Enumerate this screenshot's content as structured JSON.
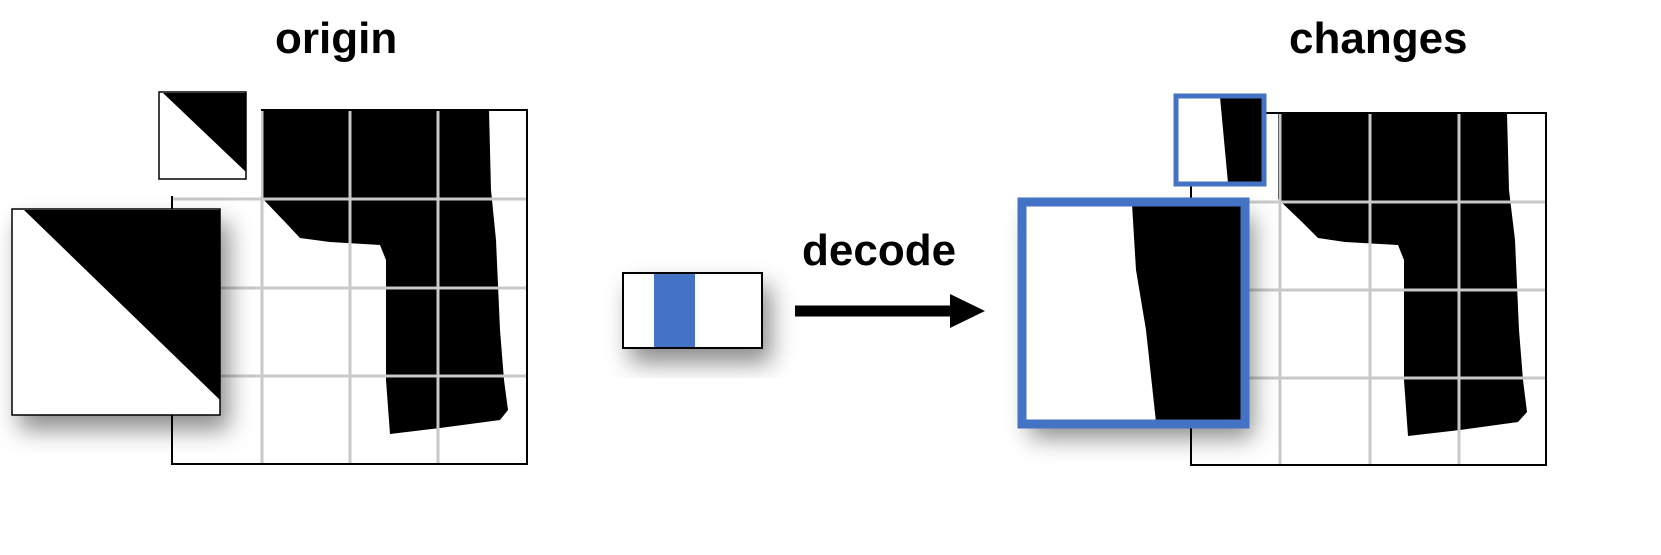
{
  "labels": {
    "origin": "origin",
    "changes": "changes",
    "decode": "decode"
  },
  "colors": {
    "accent": "#4472c4",
    "grid": "#c8c8c8",
    "ink": "#000000",
    "paper": "#ffffff"
  }
}
